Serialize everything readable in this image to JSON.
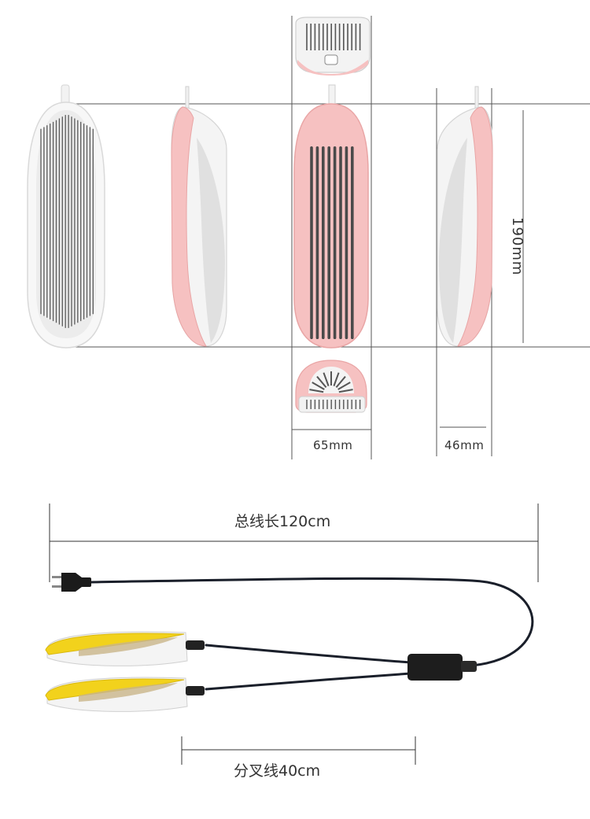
{
  "dimensions": {
    "height": "190mm",
    "width": "65mm",
    "depth": "46mm"
  },
  "cable": {
    "total_length": "总线长120cm",
    "fork_length": "分叉线40cm"
  },
  "colors": {
    "pink": "#f6c1c1",
    "pink_dark": "#e9a5a5",
    "white": "#f7f7f7",
    "grey": "#dcdcdc",
    "slot": "#555555",
    "line": "#555555",
    "yellow": "#f2d21c",
    "cable": "#1a1f2a"
  }
}
